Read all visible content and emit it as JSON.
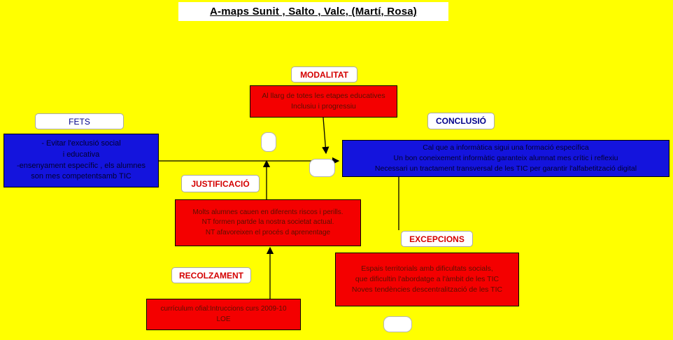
{
  "title": "A-maps Sunit , Salto , Valc, (Martí, Rosa)",
  "labels": {
    "modalitat": "MODALITAT",
    "fets": "FETS",
    "conclusio": "CONCLUSIÓ",
    "justificacio": "JUSTIFICACIÓ",
    "excepcions": "EXCEPCIONS",
    "recolzament": "RECOLZAMENT"
  },
  "nodes": {
    "modalitat": "Al llarg de totes les etapes educatives\nInclusiu i progressiu",
    "fets": "- Evitar l'exclusió social\ni educativa\n-ensenyament específic , els alumnes\nson mes competentsamb TIC",
    "conclusio": "Cal que a informàtica sigui una formació específica\nUn bon coneixement informàtic garanteix alumnat mes crític i reflexiu\nNecessari un tractament transversal de les TIC per garantir l'alfabetització digital",
    "justificacio": "Molts alumnes cauen en diferents riscos i perills.\nNT formen partde la nostra societat actual.\nNT afavoreixen el procés d aprenentage",
    "excepcions": "Espais territorials amb dificultats socials,\nque dificultin l'abordatge a l'àmbit de les TIC\nNoves tendències descentralització de les TIC",
    "recolzament": "currículum ofial:Intruccions curs 2009-10\nLOE"
  },
  "colors": {
    "background": "#FFFF00",
    "node_red": "#F40000",
    "node_blue": "#1414DD",
    "label_red": "#D40000",
    "label_blue": "#00008B",
    "connector": "#000000"
  }
}
